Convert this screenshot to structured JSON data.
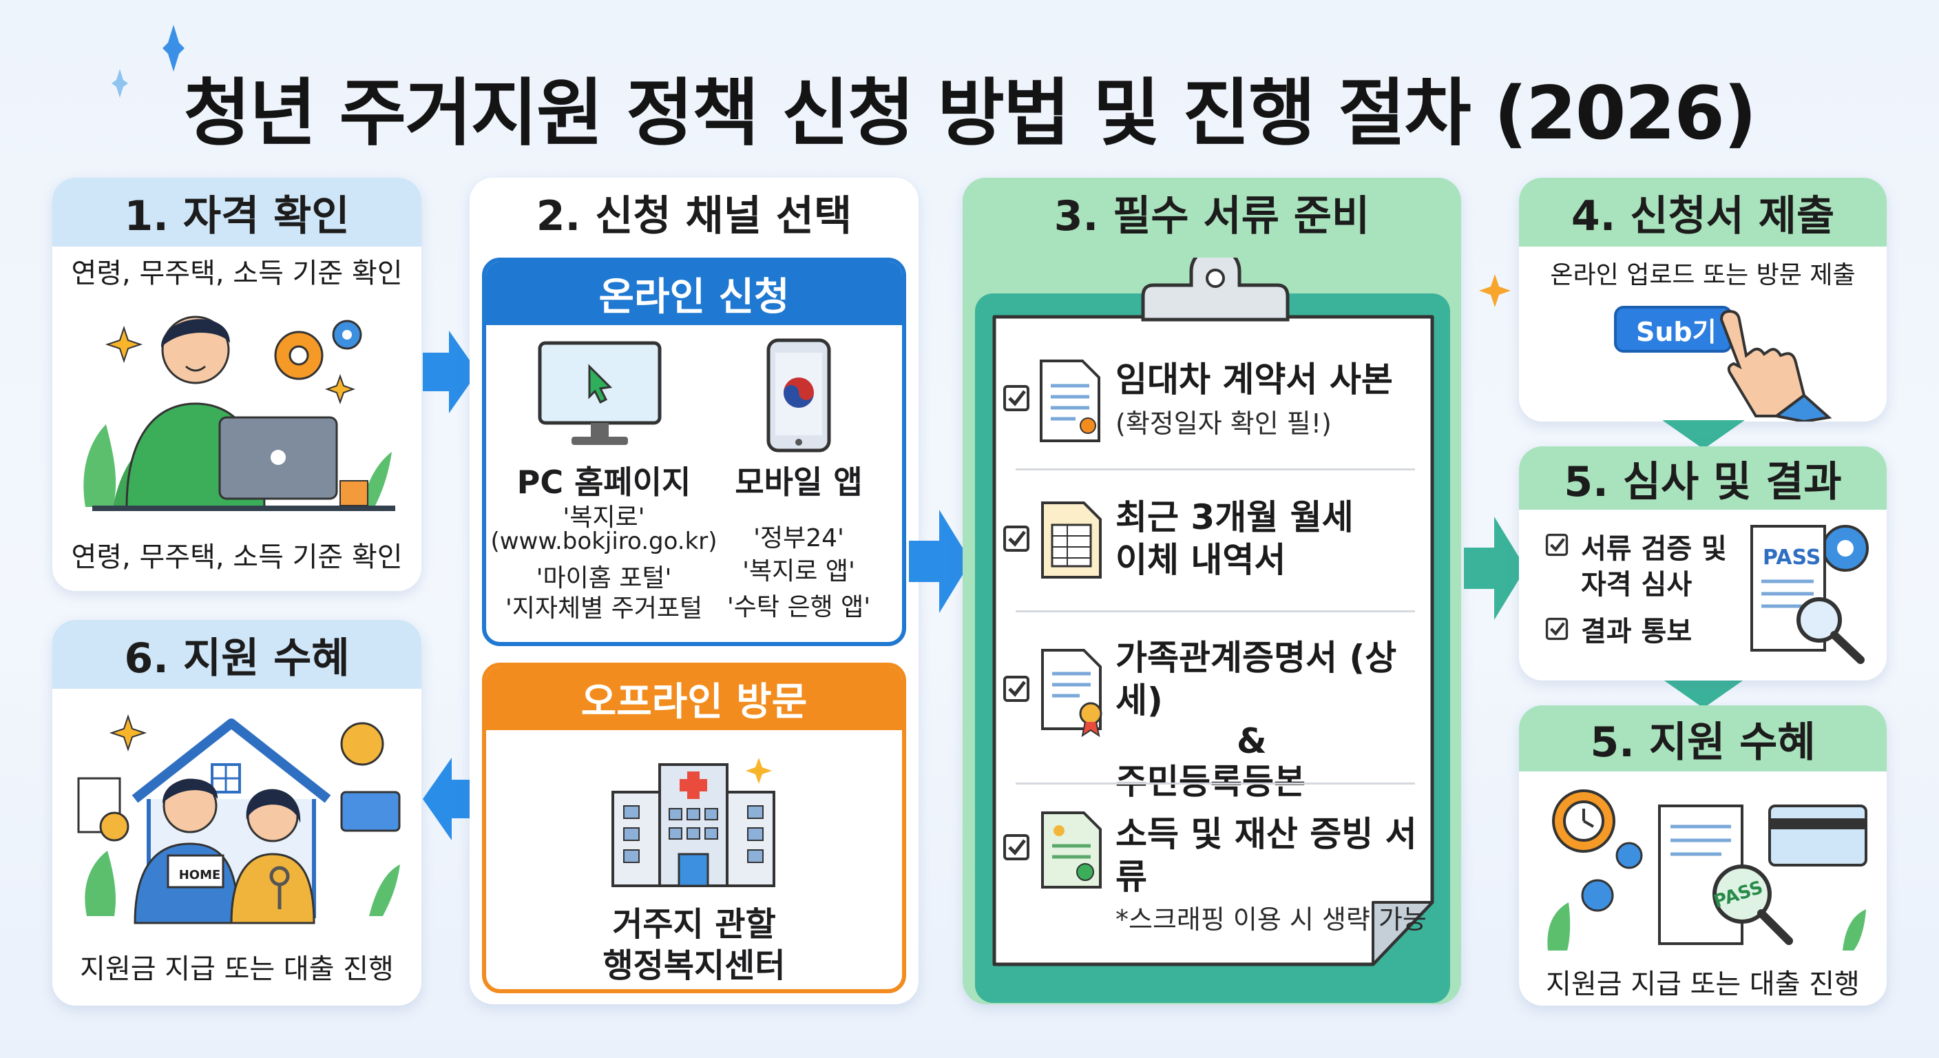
{
  "title": "청년 주거지원 정책 신청 방법 및 진행 절차 (2026)",
  "step1": {
    "heading": "1. 자격 확인",
    "subtitle": "연령, 무주택, 소득 기준 확인",
    "caption": "연령, 무주택, 소득 기준 확인"
  },
  "step2": {
    "heading": "2. 신청 채널 선택",
    "online": {
      "title": "온라인 신청",
      "pc_title": "PC 홈페이지",
      "pc_lines": [
        "'복지로'",
        "(www.bokjiro.go.kr)",
        "'마이홈 포털'",
        "'지자체별 주거포털"
      ],
      "mobile_title": "모바일 앱",
      "mobile_lines": [
        "'정부24'",
        "'복지로 앱'",
        "'수탁 은행 앱'"
      ]
    },
    "offline": {
      "title": "오프라인 방문",
      "lines": [
        "거주지 관할",
        "행정복지센터"
      ]
    }
  },
  "step3": {
    "heading": "3. 필수 서류 준비",
    "docs": [
      {
        "title": "임대차 계약서 사본",
        "note": "(확정일자 확인 필!)"
      },
      {
        "title": "최근 3개월 월세",
        "title2": "이체 내역서"
      },
      {
        "title": "가족관계증명서 (상세)",
        "amp": "&",
        "title2": "주민등록등본"
      },
      {
        "title": "소득 및 재산 증빙 서류",
        "note": "*스크래핑 이용 시 생략 가능"
      }
    ]
  },
  "step4": {
    "heading": "4. 신청서 제출",
    "subtitle": "온라인 업로드 또는 방문 제출",
    "button_label": "Sub기"
  },
  "step5a": {
    "heading": "5. 심사 및 결과",
    "items": [
      "서류 검증 및",
      "자격 심사",
      "결과 통보"
    ],
    "stamp": "PASS"
  },
  "step5b": {
    "heading": "5. 지원 수혜",
    "stamp": "PASS",
    "caption": "지원금 지급 또는 대출 진행"
  },
  "step6": {
    "heading": "6. 지원 수혜",
    "house_sign": "HOME",
    "caption": "지원금 지급 또는 대출 진행"
  },
  "colors": {
    "blue_header": "#cfe6f8",
    "green_header": "#a9e3bd",
    "online_blue": "#1f78d1",
    "offline_orange": "#f28c1e",
    "arrow_blue": "#2a8de8",
    "arrow_teal": "#3bb39a"
  }
}
